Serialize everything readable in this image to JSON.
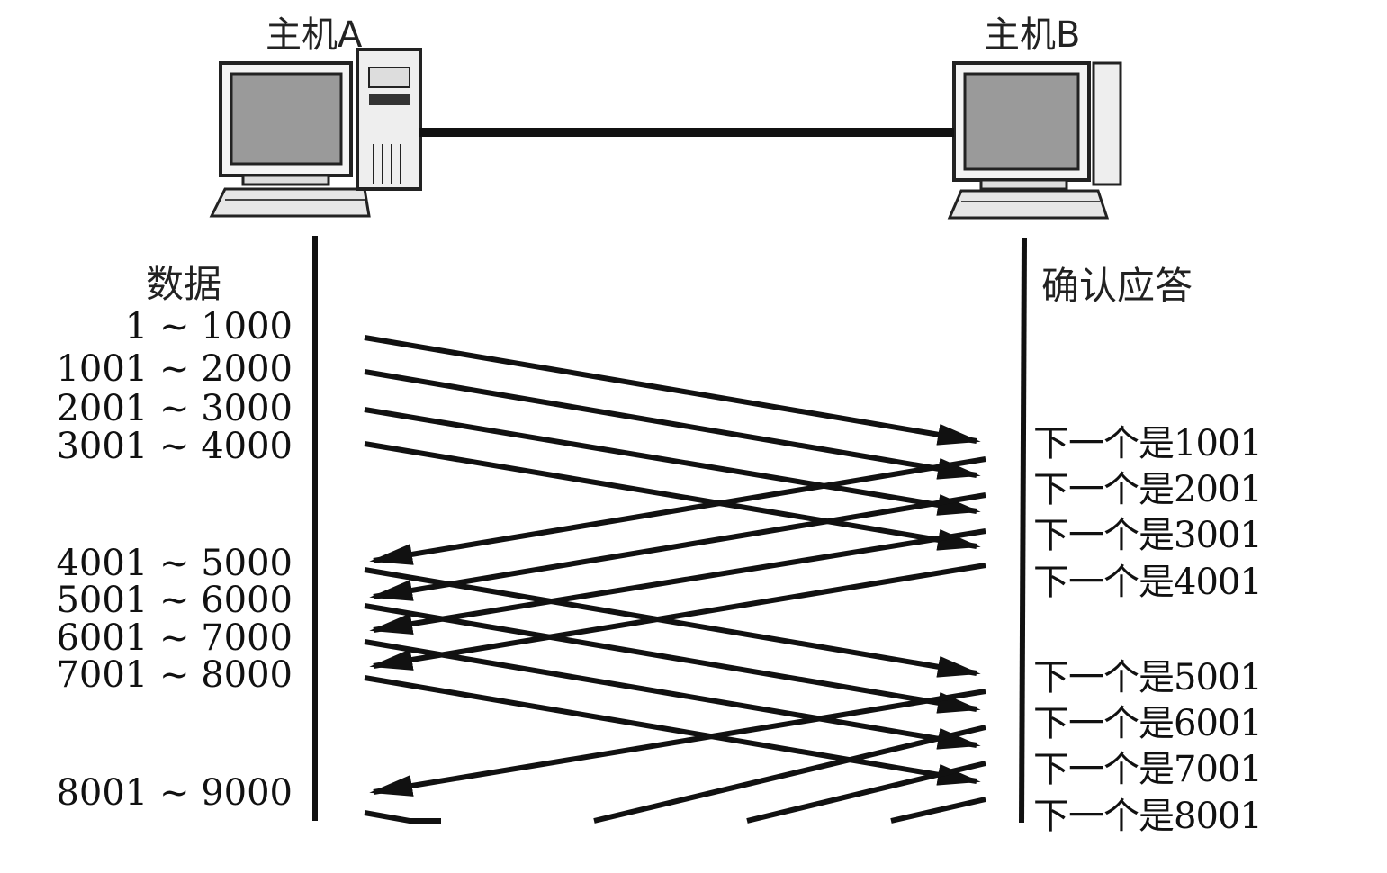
{
  "host_a": {
    "label": "主机A",
    "icon": "desktop-computer-icon"
  },
  "host_b": {
    "label": "主机B",
    "icon": "desktop-computer-icon"
  },
  "sender": {
    "title": "数据",
    "ranges": [
      "1 ~ 1000",
      "1001 ~ 2000",
      "2001 ~ 3000",
      "3001 ~ 4000",
      "4001 ~ 5000",
      "5001 ~ 6000",
      "6001 ~ 7000",
      "7001 ~ 8000",
      "8001 ~ 9000"
    ]
  },
  "receiver": {
    "title": "确认应答",
    "acks": [
      "下一个是1001",
      "下一个是2001",
      "下一个是3001",
      "下一个是4001",
      "下一个是5001",
      "下一个是6001",
      "下一个是7001",
      "下一个是8001"
    ]
  },
  "colors": {
    "line": "#1a1a1a",
    "text": "#111111"
  }
}
